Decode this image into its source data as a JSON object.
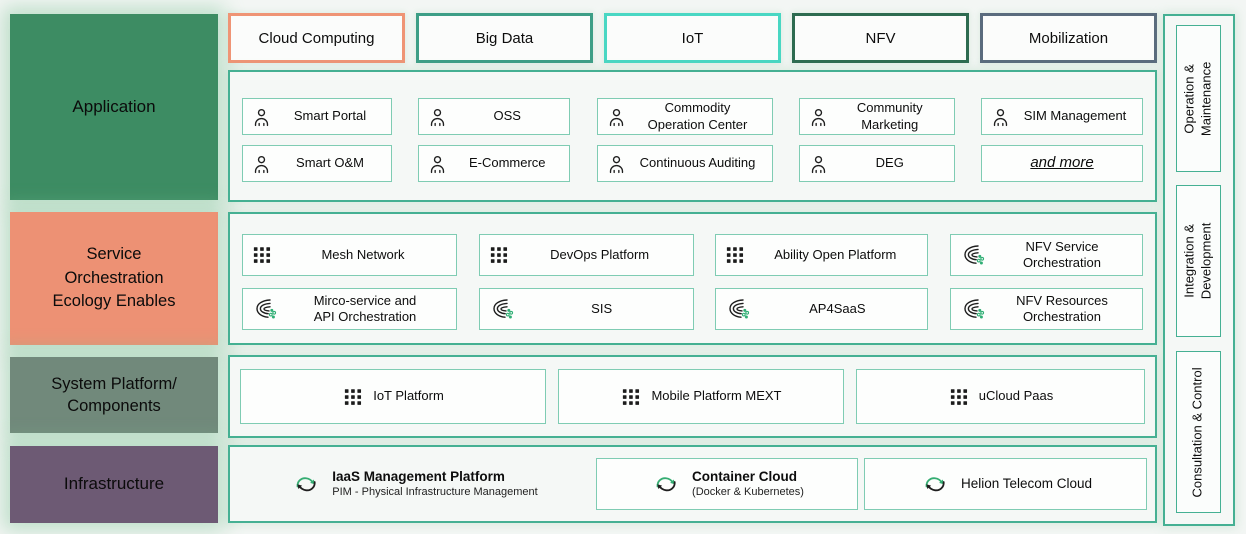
{
  "left_labels": {
    "application": {
      "label": "Application",
      "bg": "#3d8c63"
    },
    "service": {
      "label": "Service\nOrchestration\nEcology Enables",
      "bg": "#ed9174"
    },
    "system": {
      "label": "System Platform/\nComponents",
      "bg": "#71897b"
    },
    "infrastructure": {
      "label": "Infrastructure",
      "bg": "#6d5a74"
    }
  },
  "tags": {
    "cloud_computing": {
      "label": "Cloud Computing",
      "border": "#ef9475"
    },
    "big_data": {
      "label": "Big Data",
      "border": "#3d9e86"
    },
    "iot": {
      "label": "IoT",
      "border": "#49d7c3"
    },
    "nfv": {
      "label": "NFV",
      "border": "#2d6b50"
    },
    "mobilization": {
      "label": "Mobilization",
      "border": "#5a6b7d"
    }
  },
  "application": {
    "items": {
      "smart_portal": "Smart Portal",
      "oss": "OSS",
      "commodity_operation_center": "Commodity\nOperation Center",
      "community_marketing": "Community\nMarketing",
      "sim_management": "SIM Management",
      "smart_om": "Smart O&M",
      "e_commerce": "E-Commerce",
      "continuous_auditing": "Continuous Auditing",
      "deg": "DEG",
      "more": "and more"
    }
  },
  "service_orchestration": {
    "items": {
      "mesh_network": "Mesh Network",
      "devops_platform": "DevOps Platform",
      "ability_open_platform": "Ability Open Platform",
      "nfv_service_orchestration": "NFV Service\nOrchestration",
      "micro_service_api": "Mirco-service and\nAPI Orchestration",
      "sis": "SIS",
      "ap4saas": "AP4SaaS",
      "nfv_resources_orchestration": "NFV Resources\nOrchestration"
    }
  },
  "system_platform": {
    "items": {
      "iot_platform": "IoT Platform",
      "mobile_platform_mext": "Mobile Platform MEXT",
      "ucloud_paas": "uCloud Paas"
    }
  },
  "infrastructure": {
    "iaas": {
      "title": "IaaS Management Platform",
      "subtitle": "PIM - Physical Infrastructure Management"
    },
    "container_cloud": {
      "title": "Container Cloud",
      "subtitle": "(Docker & Kubernetes)"
    },
    "helion": {
      "title": "Helion Telecom Cloud"
    }
  },
  "sidebar": {
    "operation_maintenance": "Operation &\nMaintenance",
    "integration_development": "Integration &\nDevelopment",
    "consultation_control": "Consultation & Control"
  },
  "colors": {
    "container_border": "#45b093",
    "item_border": "#7fccb3",
    "icon_accent_green": "#2fae74",
    "application_bg": "#3d8c63",
    "service_bg": "#ed9174",
    "system_bg": "#71897b",
    "infrastructure_bg": "#6d5a74"
  }
}
